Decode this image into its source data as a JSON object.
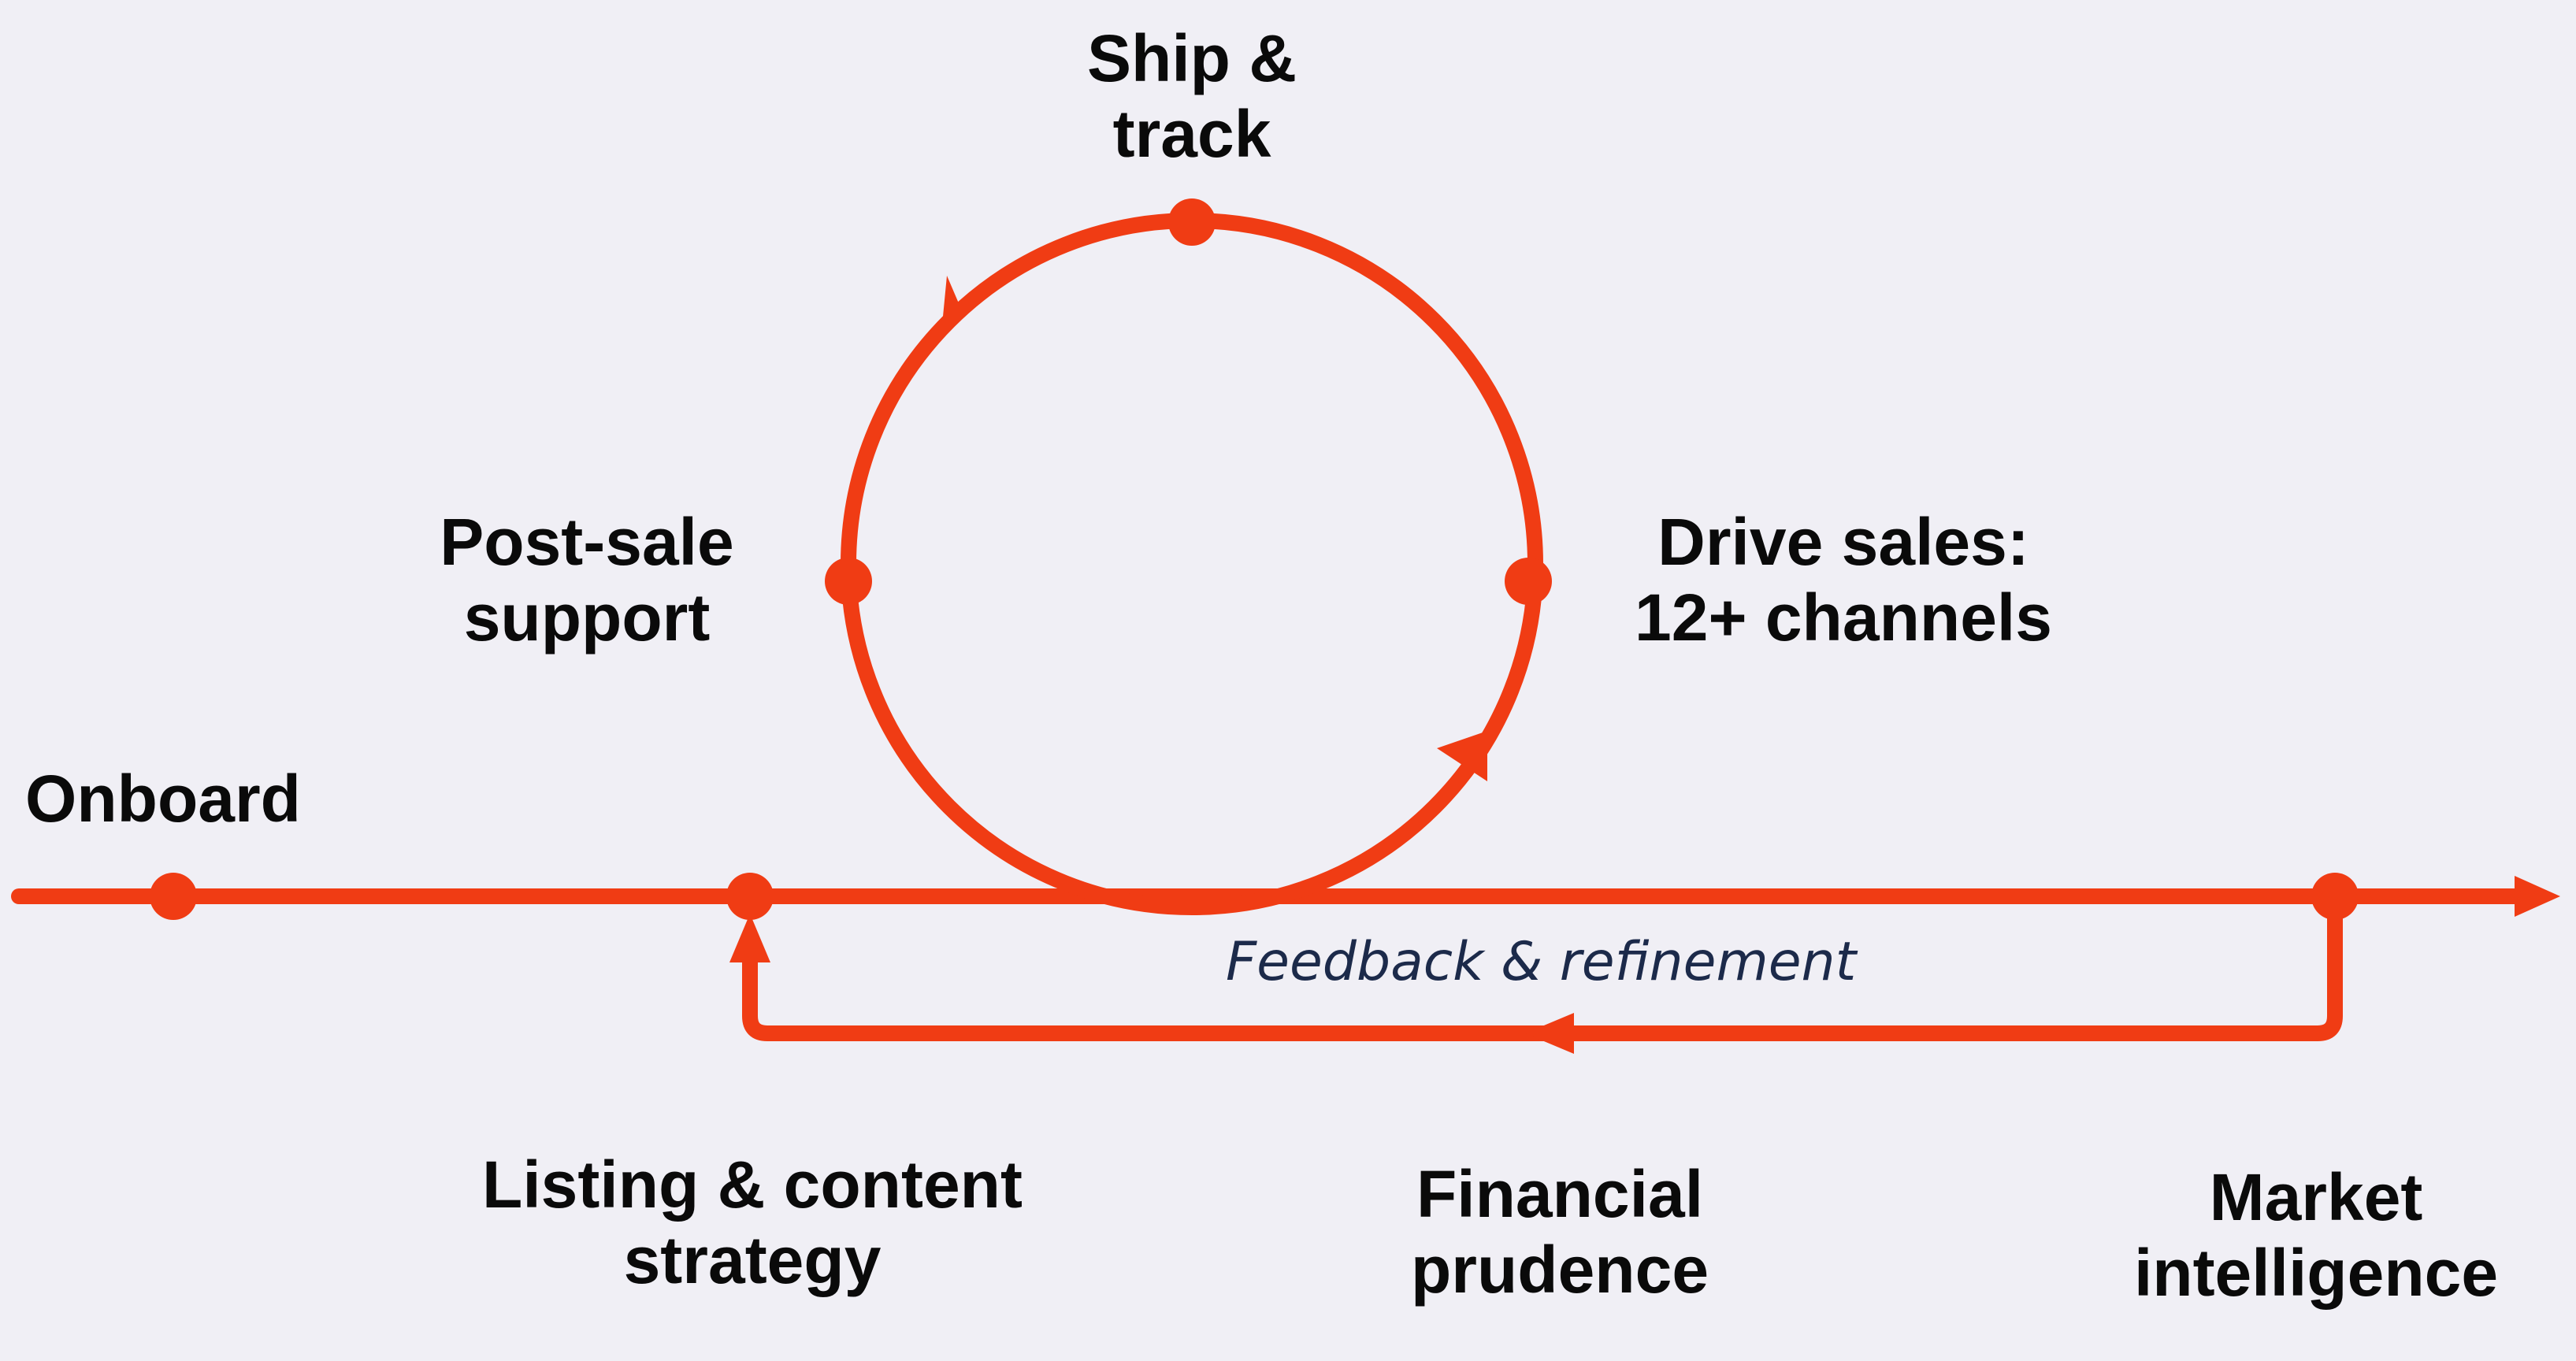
{
  "colors": {
    "background": "#f0eff5",
    "accent": "#f03c14",
    "text": "#0a0a0a",
    "feedback_text": "#1c2a4a"
  },
  "labels": {
    "onboard": "Onboard",
    "listing": [
      "Listing & content",
      "strategy"
    ],
    "financial": [
      "Financial",
      "prudence"
    ],
    "market": [
      "Market",
      "intelligence"
    ],
    "post_sale": [
      "Post-sale",
      "support"
    ],
    "ship": [
      "Ship &",
      "track"
    ],
    "drive": [
      "Drive sales:",
      "12+ channels"
    ],
    "feedback": "Feedback & refinement"
  }
}
